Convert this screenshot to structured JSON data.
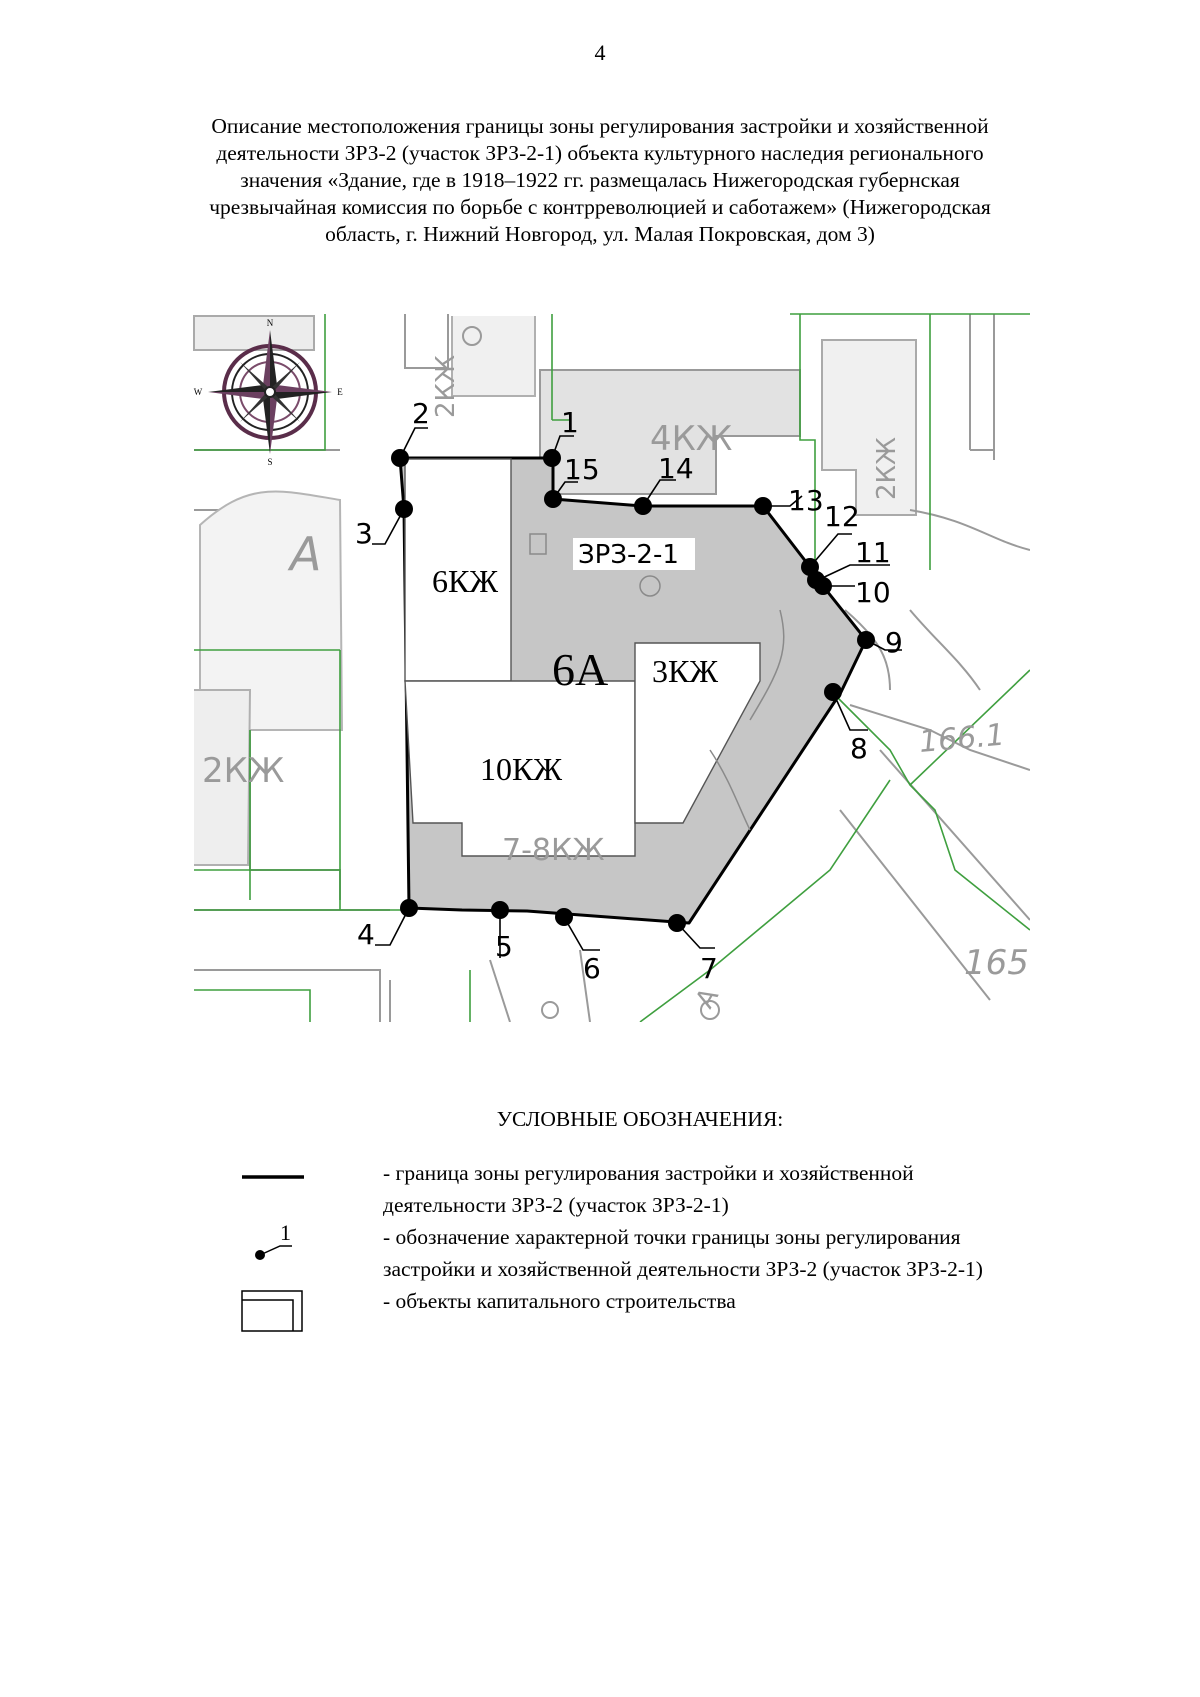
{
  "page": {
    "number": "4",
    "title_lines": [
      "Описание местоположения границы зоны регулирования застройки и хозяйственной",
      "деятельности ЗРЗ-2 (участок ЗРЗ-2-1) объекта культурного наследия регионального",
      "значения «Здание, где в 1918–1922 гг. размещалась Нижегородская губернская",
      "чрезвычайная комиссия по борьбе с контрреволюцией и саботажем» (Нижегородская",
      "область, г. Нижний Новгород, ул. Малая Покровская, дом 3)"
    ]
  },
  "map": {
    "compass": {
      "n": "N",
      "s": "S",
      "e": "E",
      "w": "W"
    },
    "zone_label": "ЗРЗ-2-1",
    "block_label": "6А",
    "buildings": [
      {
        "id": "6kzh",
        "label": "6КЖ"
      },
      {
        "id": "10kzh",
        "label": "10КЖ"
      },
      {
        "id": "3kzh",
        "label": "3КЖ"
      }
    ],
    "background_labels": [
      {
        "id": "2kzh-top",
        "text": "2КЖ"
      },
      {
        "id": "4kzh",
        "text": "4КЖ"
      },
      {
        "id": "2kzh-right",
        "text": "2КЖ"
      },
      {
        "id": "a-left",
        "text": "А"
      },
      {
        "id": "2kzh-left",
        "text": "2КЖ"
      },
      {
        "id": "7-8kzh",
        "text": "7-8КЖ"
      },
      {
        "id": "elev-166",
        "text": "166.1"
      },
      {
        "id": "elev-165",
        "text": "165"
      },
      {
        "id": "a-bottom",
        "text": "А"
      }
    ],
    "points": [
      "1",
      "2",
      "3",
      "4",
      "5",
      "6",
      "7",
      "8",
      "9",
      "10",
      "11",
      "12",
      "13",
      "14",
      "15"
    ],
    "colors": {
      "zone_fill": "#c6c6c6",
      "boundary": "#000000",
      "parcel_lines": "#3f9f3f",
      "background_lines": "#9a9a9a"
    }
  },
  "legend": {
    "title": "УСЛОВНЫЕ ОБОЗНАЧЕНИЯ:",
    "items": [
      {
        "symbol": "boundary-line",
        "lines": [
          "- граница зоны регулирования застройки и хозяйственной",
          "деятельности ЗРЗ-2 (участок ЗРЗ-2-1)"
        ]
      },
      {
        "symbol": "point",
        "symbol_label": "1",
        "lines": [
          "- обозначение характерной точки границы зоны регулирования",
          "застройки и хозяйственной деятельности ЗРЗ-2 (участок ЗРЗ-2-1)"
        ]
      },
      {
        "symbol": "building",
        "lines": [
          "- объекты капитального строительства"
        ]
      }
    ]
  }
}
